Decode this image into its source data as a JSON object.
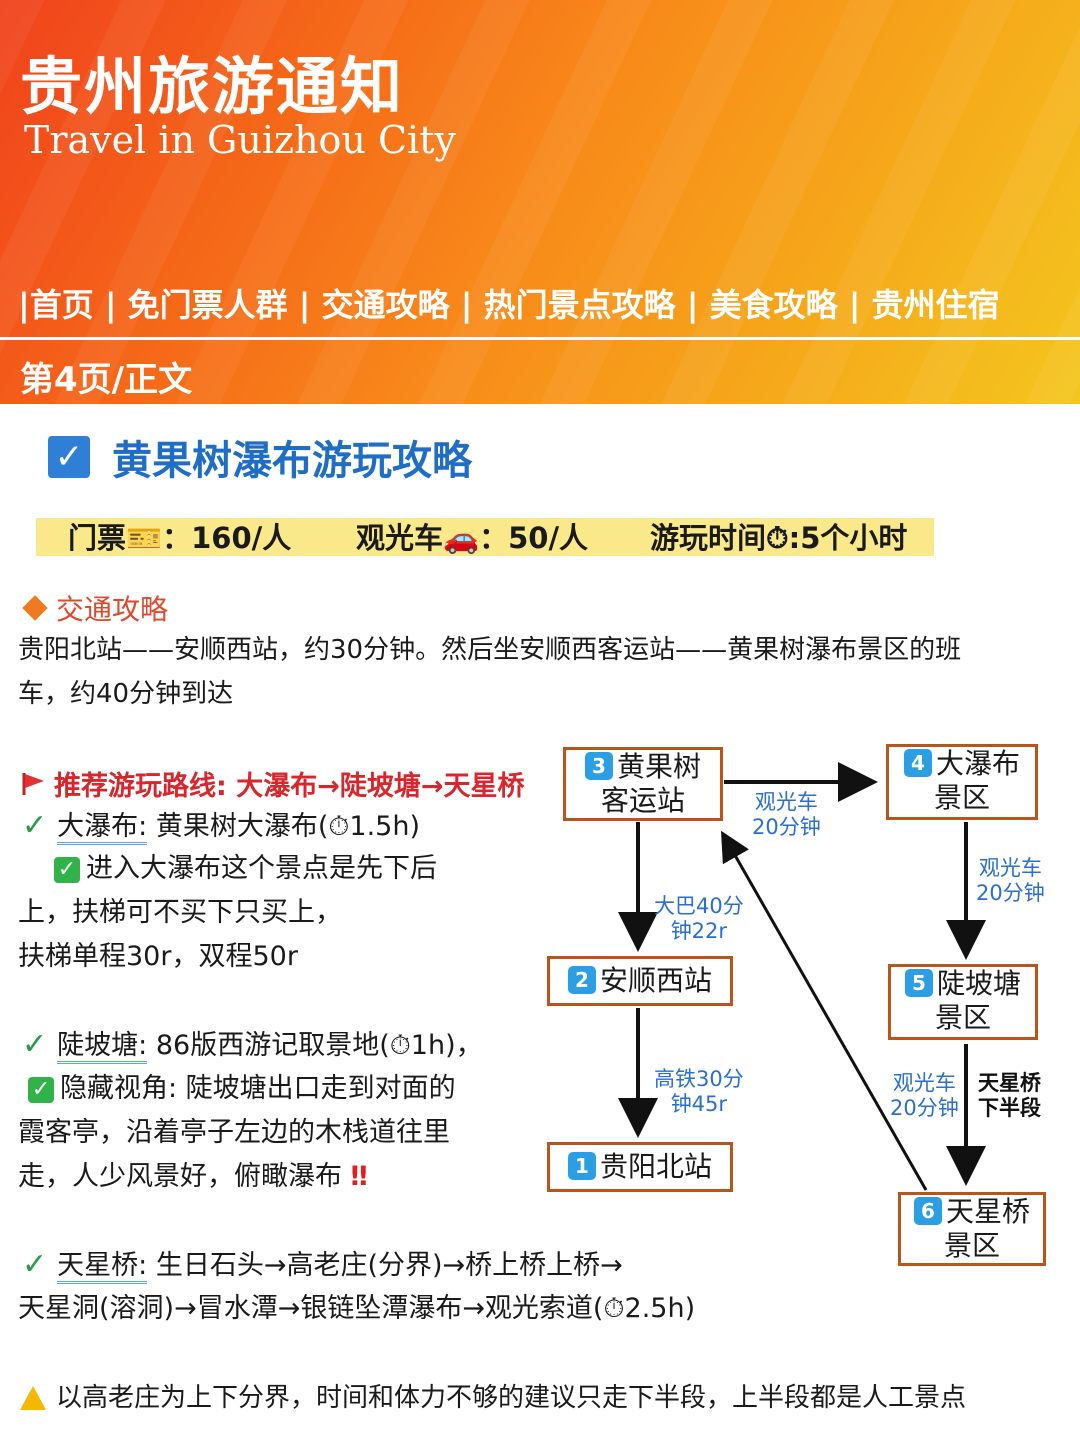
{
  "header": {
    "title": "贵州旅游通知",
    "subtitle": "Travel in Guizhou City",
    "nav": "|首页 | 免门票人群 | 交通攻略 | 热门景点攻略 | 美食攻略 | 贵州住宿",
    "page_label": "第4页/正文"
  },
  "section": {
    "title": "黄果树瀑布游玩攻略",
    "ticket": "门票🎫：160/人",
    "shuttle": "观光车🚗：50/人",
    "duration": "游玩时间⏱:5个小时"
  },
  "transport": {
    "heading": "交通攻略",
    "line1": "贵阳北站——安顺西站，约30分钟。然后坐安顺西客运站——黄果树瀑布景区的班",
    "line2": "车，约40分钟到达"
  },
  "route": {
    "heading": "推荐游玩路线: 大瀑布→陡坡塘→天星桥",
    "waterfall_name": "大瀑布:",
    "waterfall_desc": " 黄果树大瀑布(⏱1.5h)",
    "waterfall_tip1": "进入大瀑布这个景点是先下后",
    "waterfall_tip2": "上，扶梯可不买下只买上，",
    "waterfall_tip3": "扶梯单程30r，双程50r",
    "doupotang_name": "陡坡塘:",
    "doupotang_desc": " 86版西游记取景地(⏱1h)，",
    "doupotang_tip1": "隐藏视角: 陡坡塘出口走到对面的",
    "doupotang_tip2": "霞客亭，沿着亭子左边的木栈道往里",
    "doupotang_tip3": "走，人少风景好，俯瞰瀑布",
    "doupotang_mark": "‼",
    "tianxing_name": "天星桥:",
    "tianxing_desc": " 生日石头→高老庄(分界)→桥上桥上桥→",
    "tianxing_line2": "天星洞(溶洞)→冒水潭→银链坠潭瀑布→观光索道(⏱2.5h)"
  },
  "diagram": {
    "nodes": [
      {
        "num": "3",
        "line1": "黄果树",
        "line2": "客运站"
      },
      {
        "num": "4",
        "line1": "大瀑布",
        "line2": "景区"
      },
      {
        "num": "2",
        "line1": "安顺西站",
        "line2": ""
      },
      {
        "num": "5",
        "line1": "陡坡塘",
        "line2": "景区"
      },
      {
        "num": "1",
        "line1": "贵阳北站",
        "line2": ""
      },
      {
        "num": "6",
        "line1": "天星桥",
        "line2": "景区"
      }
    ],
    "edges": [
      {
        "l1": "观光车",
        "l2": "20分钟"
      },
      {
        "l1": "观光车",
        "l2": "20分钟"
      },
      {
        "l1": "大巴40分",
        "l2": "钟22r"
      },
      {
        "l1": "高铁30分",
        "l2": "钟45r"
      },
      {
        "l1": "观光车",
        "l2": "20分钟"
      },
      {
        "l1": "天星桥",
        "l2": "下半段"
      }
    ]
  },
  "warning": "以高老庄为上下分界，时间和体力不够的建议只走下半段，上半段都是人工景点",
  "colors": {
    "accent_blue": "#1f6dc4",
    "node_border": "#b8541c",
    "edge_label": "#2a6fd0",
    "route_red": "#d8262c"
  }
}
